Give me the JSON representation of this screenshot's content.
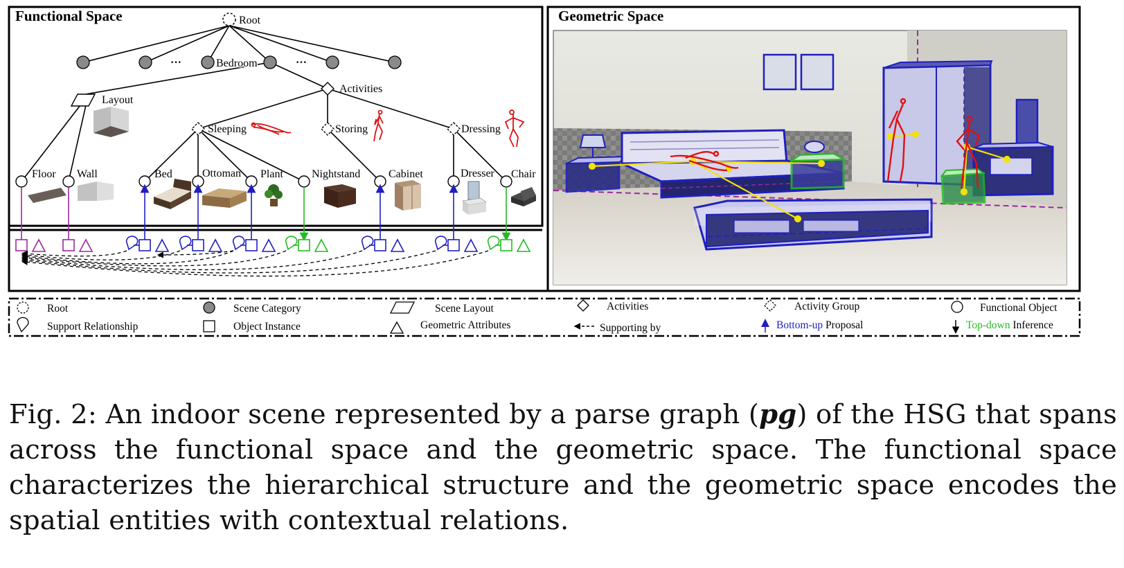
{
  "functional": {
    "title": "Functional Space",
    "root": "Root",
    "categories": [
      "",
      "",
      "···",
      "Bedroom",
      "···",
      "",
      ""
    ],
    "layout": "Layout",
    "activities": "Activities",
    "groups": [
      "Sleeping",
      "Storing",
      "Dressing"
    ],
    "objects": [
      "Floor",
      "Wall",
      "Bed",
      "Ottoman",
      "Plant",
      "Nightstand",
      "Cabinet",
      "Dresser",
      "Chair"
    ]
  },
  "geometric": {
    "title": "Geometric Space"
  },
  "legend": {
    "items": [
      {
        "icon": "dashed-circle-icon",
        "label": "Root"
      },
      {
        "icon": "gray-circle-icon",
        "label": "Scene Category"
      },
      {
        "icon": "parallelogram-icon",
        "label": "Scene Layout"
      },
      {
        "icon": "diamond-icon",
        "label": "Activities"
      },
      {
        "icon": "dashed-diamond-icon",
        "label": "Activity Group"
      },
      {
        "icon": "circle-icon",
        "label": "Functional Object"
      },
      {
        "icon": "support-icon",
        "label": "Support Relationship"
      },
      {
        "icon": "square-icon",
        "label": "Object Instance"
      },
      {
        "icon": "triangle-icon",
        "label": "Geometric Attributes"
      },
      {
        "icon": "dashed-arrow-icon",
        "label": "Supporting by"
      }
    ],
    "bottom_up": {
      "prefix": "Bottom-up",
      "suffix": " Proposal"
    },
    "top_down": {
      "prefix": "Top-down",
      "suffix": " Inference"
    }
  },
  "caption": {
    "prefix": "Fig. 2: An indoor scene represented by a parse graph (",
    "pg": "pg",
    "suffix": ") of the HSG that spans across the functional space and the geometric space. The functional space characterizes the hierarchical structure and the geometric space encodes the spatial entities with contextual relations."
  },
  "colors": {
    "bottom_up": "#1f1fc0",
    "top_down": "#22bb22",
    "layout": "#9a2a9a",
    "gray_node": "#8a8a8a",
    "human_pose": "#e01010"
  }
}
